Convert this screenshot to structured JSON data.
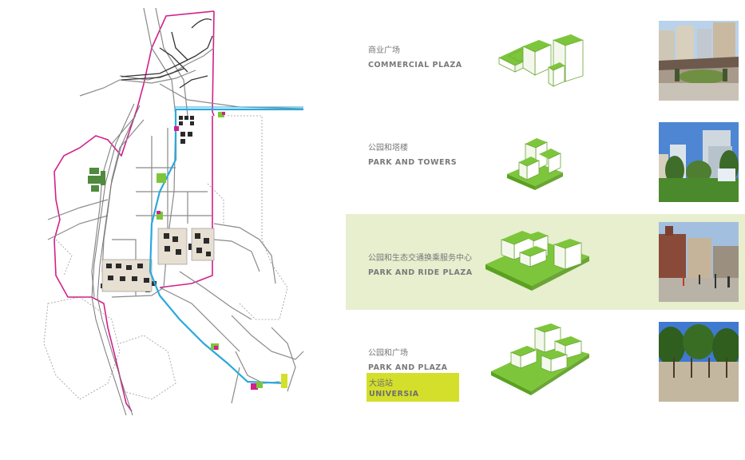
{
  "entries": [
    {
      "cn": "商业广场",
      "en": "COMMERCIAL PLAZA"
    },
    {
      "cn": "公园和塔楼",
      "en": "PARK AND TOWERS"
    },
    {
      "cn": "公园和生态交通换乘服务中心",
      "en": "PARK AND RIDE PLAZA"
    },
    {
      "cn": "公园和广场",
      "en": "PARK AND PLAZA"
    }
  ],
  "station": {
    "cn": "大运站",
    "en": "UNIVERSIA"
  },
  "colors": {
    "green": "#7dc63b",
    "green_dark": "#5aa11f",
    "magenta": "#d1218a",
    "cyan": "#2aa9de",
    "highlight": "#e7efcf",
    "station": "#d4df2b"
  }
}
